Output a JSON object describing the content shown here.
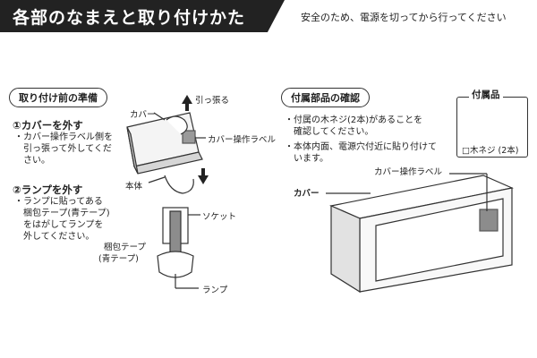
{
  "header": {
    "title": "各部のなまえと取り付けかた",
    "note": "安全のため、電源を切ってから行ってください"
  },
  "left": {
    "section_title": "取り付け前の準備",
    "step1": {
      "title": "①カバーを外す",
      "lines": [
        "・カバー操作ラベル側を",
        "　引っ張って外してくだ",
        "　さい。"
      ]
    },
    "step2": {
      "title": "②ランプを外す",
      "lines": [
        "・ランプに貼ってある",
        "　梱包テープ(青テープ)",
        "　をはがしてランプを",
        "　外してください。"
      ]
    },
    "labels": {
      "cover": "カバー",
      "pull": "引っ張る",
      "cover_label": "カバー操作ラベル",
      "body": "本体",
      "socket": "ソケット",
      "tape_1": "梱包テープ",
      "tape_2": "(青テープ)",
      "lamp": "ランプ"
    }
  },
  "right": {
    "section_title": "付属部品の確認",
    "lines_1": [
      "・付属の木ネジ(2本)があることを",
      "　確認してください。"
    ],
    "lines_2": [
      "・本体内面、電源穴付近に貼り付けて",
      "　います。"
    ],
    "accessory_title": "付属品",
    "accessory_item": "□木ネジ (2本)",
    "labels": {
      "cover_label": "カバー操作ラベル",
      "cover": "カバー"
    }
  }
}
